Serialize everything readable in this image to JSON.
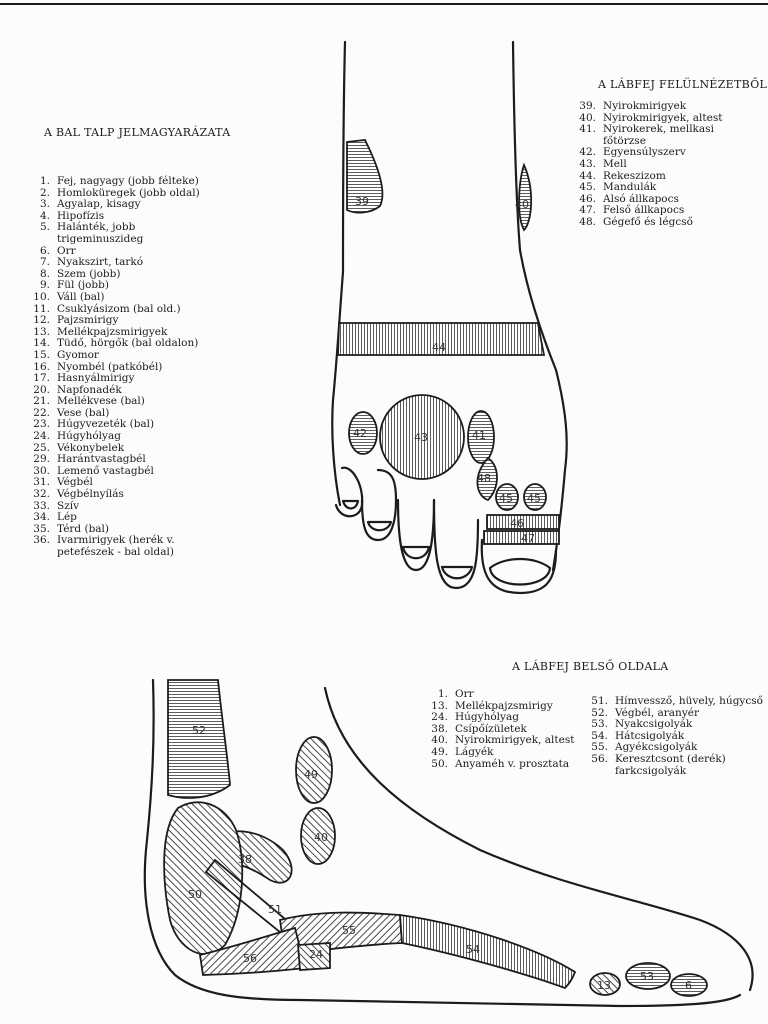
{
  "titles": {
    "sole": "A BAL TALP JELMAGYARÁZATA",
    "top": "A LÁBFEJ FELÜLNÉZETBŐL",
    "inner": "A LÁBFEJ BELSŐ OLDALA"
  },
  "sole_legend": [
    {
      "num": "1.",
      "text": "Fej, nagyagy (jobb félteke)"
    },
    {
      "num": "2.",
      "text": "Homloküregek (jobb oldal)"
    },
    {
      "num": "3.",
      "text": "Agyalap, kisagy"
    },
    {
      "num": "4.",
      "text": "Hipofízis"
    },
    {
      "num": "5.",
      "text": "Halánték, jobb\ntrigeminuszideg"
    },
    {
      "num": "6.",
      "text": "Orr"
    },
    {
      "num": "7.",
      "text": "Nyakszirt, tarkó"
    },
    {
      "num": "8.",
      "text": "Szem (jobb)"
    },
    {
      "num": "9.",
      "text": "Fül (jobb)"
    },
    {
      "num": "10.",
      "text": "Váll (bal)"
    },
    {
      "num": "11.",
      "text": "Csuklyásizom (bal old.)"
    },
    {
      "num": "12.",
      "text": "Pajzsmirigy"
    },
    {
      "num": "13.",
      "text": "Mellékpajzsmirigyek"
    },
    {
      "num": "14.",
      "text": "Tüdő, hörgők (bal oldalon)"
    },
    {
      "num": "15.",
      "text": "Gyomor"
    },
    {
      "num": "16.",
      "text": "Nyombél (patkóbél)"
    },
    {
      "num": "17.",
      "text": "Hasnyálmirigy"
    },
    {
      "num": "20.",
      "text": "Napfonadék"
    },
    {
      "num": "21.",
      "text": "Mellékvese (bal)"
    },
    {
      "num": "22.",
      "text": "Vese (bal)"
    },
    {
      "num": "23.",
      "text": "Húgyvezeték (bal)"
    },
    {
      "num": "24.",
      "text": "Húgyhólyag"
    },
    {
      "num": "25.",
      "text": "Vékonybelek"
    },
    {
      "num": "29.",
      "text": "Harántvastagbél"
    },
    {
      "num": "30.",
      "text": "Lemenő vastagbél"
    },
    {
      "num": "31.",
      "text": "Végbél"
    },
    {
      "num": "32.",
      "text": "Végbélnyílás"
    },
    {
      "num": "33.",
      "text": "Szív"
    },
    {
      "num": "34.",
      "text": "Lép"
    },
    {
      "num": "35.",
      "text": "Térd (bal)"
    },
    {
      "num": "36.",
      "text": "Ivarmirigyek (herék v.\npetefészek - bal oldal)"
    }
  ],
  "top_legend": [
    {
      "num": "39.",
      "text": "Nyirokmirigyek"
    },
    {
      "num": "40.",
      "text": "Nyirokmirigyek, altest"
    },
    {
      "num": "41.",
      "text": "Nyirokerek, mellkasi\nfőtörzse"
    },
    {
      "num": "42.",
      "text": "Egyensúlyszerv"
    },
    {
      "num": "43.",
      "text": "Mell"
    },
    {
      "num": "44.",
      "text": "Rekeszizom"
    },
    {
      "num": "45.",
      "text": "Mandulák"
    },
    {
      "num": "46.",
      "text": "Alsó állkapocs"
    },
    {
      "num": "47.",
      "text": "Felső állkapocs"
    },
    {
      "num": "48.",
      "text": "Gégefő és légcső"
    }
  ],
  "inner_legend_left": [
    {
      "num": "1.",
      "text": "Orr"
    },
    {
      "num": "13.",
      "text": "Mellékpajzsmirigy"
    },
    {
      "num": "24.",
      "text": "Húgyhólyag"
    },
    {
      "num": "38.",
      "text": "Csípőízületek"
    },
    {
      "num": "40.",
      "text": "Nyirokmirigyek, altest"
    },
    {
      "num": "49.",
      "text": "Lágyék"
    },
    {
      "num": "50.",
      "text": "Anyaméh v. prosztata"
    }
  ],
  "inner_legend_right": [
    {
      "num": "51.",
      "text": "Hímvessző, hüvely, húgycső"
    },
    {
      "num": "52.",
      "text": "Végbél, aranyér"
    },
    {
      "num": "53.",
      "text": "Nyakcsigolyák"
    },
    {
      "num": "54.",
      "text": "Hátcsigolyák"
    },
    {
      "num": "55.",
      "text": "Agyékcsigolyák"
    },
    {
      "num": "56.",
      "text": "Keresztcsont (derék)\nfarkcsigolyák"
    }
  ],
  "zone_labels": {
    "z39": "39",
    "z40": "40",
    "z44": "44",
    "z42": "42",
    "z43": "43",
    "z41": "41",
    "z48": "48",
    "z45a": "45",
    "z45b": "45",
    "z46": "46",
    "z47": "47",
    "z52": "52",
    "z49": "49",
    "z40b": "40",
    "z38": "38",
    "z50": "50",
    "z51": "51",
    "z55": "55",
    "z54": "54",
    "z56": "56",
    "z24": "24",
    "z13": "13",
    "z53": "53",
    "z6": "6"
  }
}
